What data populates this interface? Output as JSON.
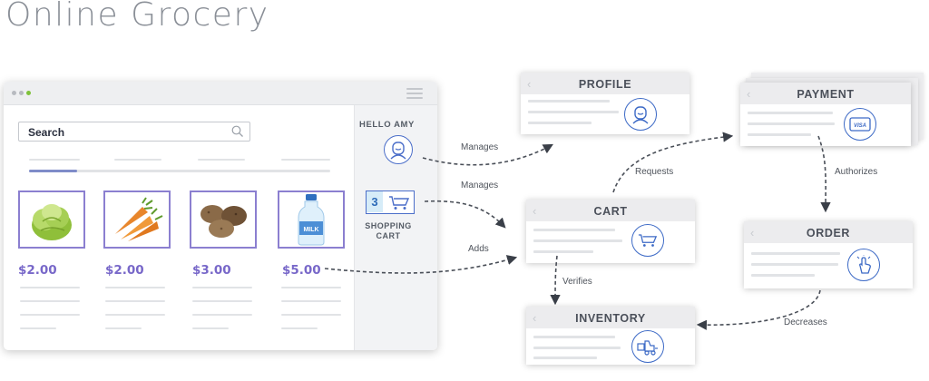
{
  "title": "Online Grocery",
  "store": {
    "search_placeholder": "Search",
    "progress": 0.16,
    "products": [
      {
        "name": "lettuce",
        "price": "$2.00"
      },
      {
        "name": "carrots",
        "price": "$2.00"
      },
      {
        "name": "potatoes",
        "price": "$3.00"
      },
      {
        "name": "milk",
        "price": "$5.00",
        "label": "MILK"
      }
    ],
    "greeting": "HELLO AMY",
    "cart_count": "3",
    "cart_label": "SHOPPING CART"
  },
  "entities": {
    "profile": "PROFILE",
    "payment": "PAYMENT",
    "cart": "CART",
    "order": "ORDER",
    "inventory": "INVENTORY",
    "visa": "VISA"
  },
  "relations": {
    "manages_profile": "Manages",
    "manages_cart": "Manages",
    "adds": "Adds",
    "requests": "Requests",
    "authorizes": "Authorizes",
    "verifies": "Verifies",
    "decreases": "Decreases"
  },
  "colors": {
    "accent_purple": "#8b7fd0",
    "price_purple": "#7868c9",
    "icon_blue": "#3d6ac6",
    "title_gray": "#8a8f97"
  }
}
